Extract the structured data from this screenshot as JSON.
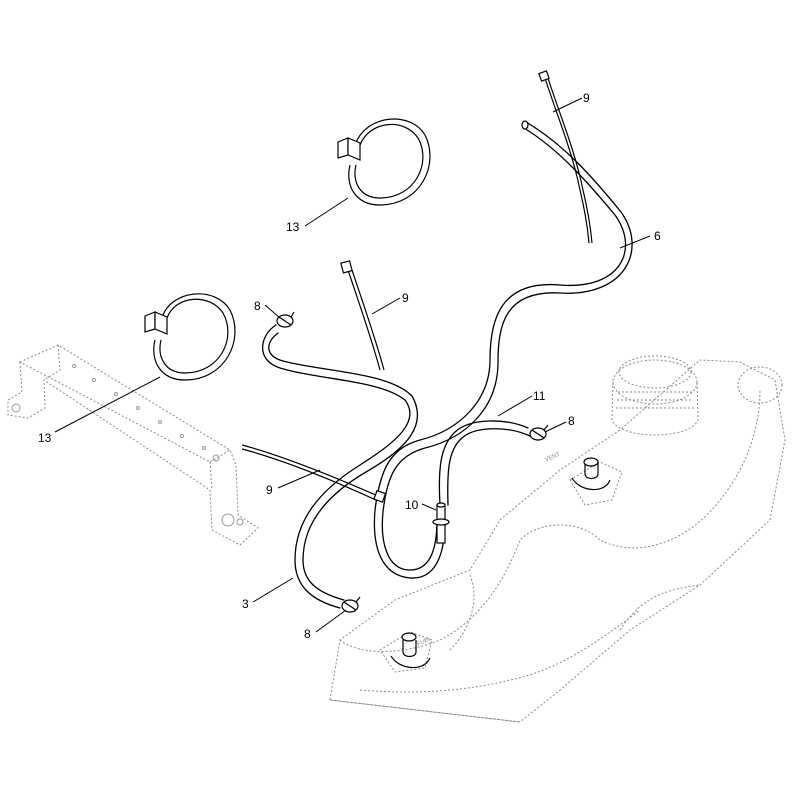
{
  "callouts": [
    {
      "id": "9-top",
      "label": "9"
    },
    {
      "id": "13-top",
      "label": "13"
    },
    {
      "id": "6",
      "label": "6"
    },
    {
      "id": "8-left",
      "label": "8"
    },
    {
      "id": "9-mid",
      "label": "9"
    },
    {
      "id": "13-left",
      "label": "13"
    },
    {
      "id": "11",
      "label": "11"
    },
    {
      "id": "8-right",
      "label": "8"
    },
    {
      "id": "9-low",
      "label": "9"
    },
    {
      "id": "10",
      "label": "10"
    },
    {
      "id": "3",
      "label": "3"
    },
    {
      "id": "8-bottom",
      "label": "8"
    }
  ],
  "tank_stamps": {
    "vent": "VENT",
    "fuel": "FUEL"
  }
}
